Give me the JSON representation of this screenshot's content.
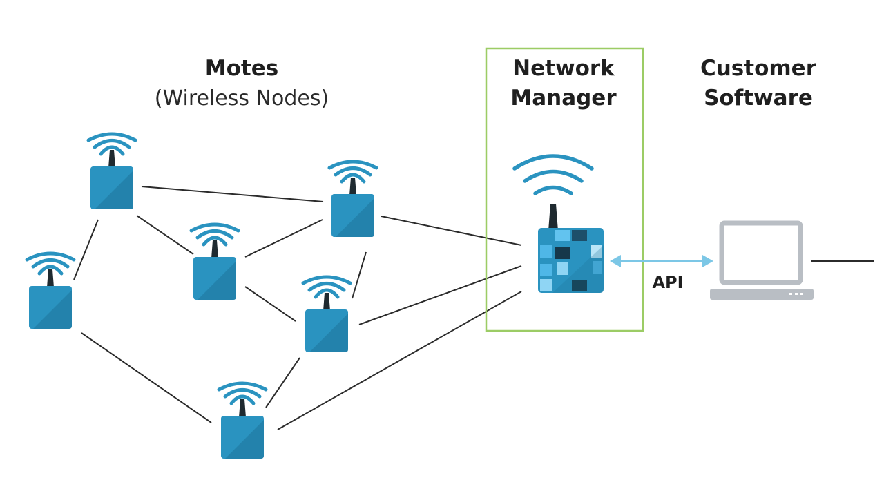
{
  "sections": {
    "motes": {
      "title": "Motes",
      "subtitle": "(Wireless Nodes)"
    },
    "network_manager": {
      "title_line1": "Network",
      "title_line2": "Manager"
    },
    "customer_software": {
      "title_line1": "Customer",
      "title_line2": "Software"
    }
  },
  "api_label": "API",
  "colors": {
    "mote_blue": "#2a93c0",
    "mote_dark": "#1b6f94",
    "wave_blue": "#2a93c0",
    "manager_box_border": "#9ccc65",
    "api_arrow": "#7cc7e6",
    "laptop_gray": "#b9bec4",
    "line": "#2b2b2b"
  },
  "icons": {
    "mote": "wireless-mote-icon",
    "manager": "network-manager-device-icon",
    "laptop": "laptop-icon",
    "signal": "wifi-signal-icon"
  }
}
